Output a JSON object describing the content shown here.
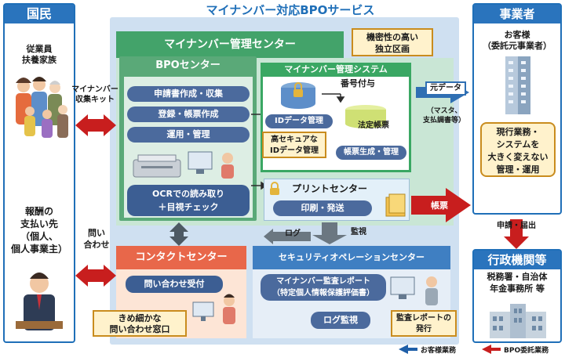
{
  "title": "マイナンバー対応BPOサービス",
  "citizen": {
    "header": "国民",
    "group1": [
      "従業員",
      "扶養家族"
    ],
    "group2": [
      "報酬の",
      "支払い先",
      "（個人、",
      "個人事業主）"
    ]
  },
  "arrows": {
    "kit": [
      "マイナンバー",
      "収集キット"
    ],
    "inquiry": [
      "問い",
      "合わせ"
    ],
    "motodata": "元データ",
    "motodata_note": [
      "（マスタ、",
      "支払調書等）"
    ],
    "chohyo": "帳票",
    "shinsei": "申請・届出",
    "log": "ログ",
    "kanshi": "監視"
  },
  "center": {
    "title": "マイナンバー管理センター",
    "secure_note": [
      "機密性の高い",
      "独立区画"
    ],
    "bpo_title": "BPOセンター",
    "bpo_items": [
      "申請書作成・収集",
      "登録・帳票作成",
      "運用・管理"
    ],
    "ocr": [
      "OCRでの読み取り",
      "＋目視チェック"
    ],
    "system_title": "マイナンバー管理システム",
    "bango": "番号付与",
    "id_data": "IDデータ管理",
    "hotei": "法定帳票",
    "chohyo_seisei": "帳票生成・管理",
    "high_secure": [
      "高セキュアな",
      "IDデータ管理"
    ],
    "print_title": "プリントセンター",
    "print_item": "印刷・発送"
  },
  "contact": {
    "title": "コンタクトセンター",
    "item": "問い合わせ受付",
    "note": [
      "きめ細かな",
      "問い合わせ窓口"
    ]
  },
  "security": {
    "title": "セキュリティオペレーションセンター",
    "report": [
      "マイナンバー監査レポート",
      "（特定個人情報保護評価書）"
    ],
    "log": "ログ監視",
    "note": [
      "監査レポートの",
      "発行"
    ]
  },
  "business": {
    "header": "事業者",
    "client": [
      "お客様",
      "（委託元事業者）"
    ],
    "current": [
      "現行業務・",
      "システムを",
      "大きく変えない",
      "管理・運用"
    ]
  },
  "gov": {
    "header": "行政機関等",
    "lines": [
      "税務署・自治体",
      "年金事務所 等"
    ]
  },
  "legend": {
    "customer": "お客様業務",
    "bpo": "BPO委託業務"
  },
  "colors": {
    "blue": "#2a74bd",
    "green": "#3aa763",
    "red": "#c81e1e",
    "orange": "#e8674a"
  }
}
